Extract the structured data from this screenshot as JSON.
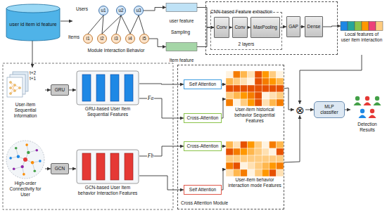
{
  "diagram": {
    "nodes": [
      {
        "text": [
          "user id item id feature"
        ]
      },
      {
        "text": [
          "u1"
        ]
      },
      {
        "text": [
          "u2"
        ]
      },
      {
        "text": [
          "u3"
        ]
      },
      {
        "text": [
          "i1"
        ]
      },
      {
        "text": [
          "i2"
        ]
      },
      {
        "text": [
          "i3"
        ]
      },
      {
        "text": [
          "i4"
        ]
      },
      {
        "text": [
          "i5"
        ]
      },
      {
        "text": [
          "user feature"
        ]
      },
      {
        "text": [
          "Item feature"
        ]
      },
      {
        "text": [
          "CNN-based Feature extraction"
        ]
      },
      {
        "text": [
          "2 layers"
        ],
        "in": 11
      },
      {
        "text": [
          "Conv"
        ],
        "in": 12
      },
      {
        "text": [
          "Conv"
        ],
        "in": 12
      },
      {
        "text": [
          "MaxPooling"
        ],
        "in": 12
      },
      {
        "text": [
          "GAP"
        ],
        "in": 11
      },
      {
        "text": [
          "Dense"
        ],
        "in": 11
      },
      {
        "text": [
          "Local features of user item interaction"
        ]
      },
      {
        "text": [
          "User-Item Sequential Information"
        ]
      },
      {
        "text": [
          "GRU"
        ]
      },
      {
        "text": [
          "GRU-based User Item Sequential Features"
        ]
      },
      {
        "text": [
          "High-order Connectivity for User"
        ]
      },
      {
        "text": [
          "GCN"
        ]
      },
      {
        "text": [
          "GCN-based User Item behavior Interaction Features"
        ]
      },
      {
        "text": [
          "Cross Attention Module"
        ]
      },
      {
        "text": [
          "Self Attention"
        ],
        "in": 25
      },
      {
        "text": [
          "Cross-Attention"
        ],
        "in": 25
      },
      {
        "text": [
          "Cross-Attention"
        ],
        "in": 25
      },
      {
        "text": [
          "Self Attention"
        ],
        "in": 25
      },
      {
        "text": [
          "User-item historical behavior Sequential Features"
        ],
        "in": 25
      },
      {
        "text": [
          "User-item behavior interaction mode Features"
        ],
        "in": 25
      },
      {
        "text": [
          "⊗"
        ]
      },
      {
        "text": [
          "MLP classifier"
        ]
      },
      {
        "text": [
          "Detection Results"
        ]
      }
    ],
    "edges": [
      {
        "from": 1,
        "to": 4,
        "arrow": "none"
      },
      {
        "from": 1,
        "to": 5,
        "arrow": "none"
      },
      {
        "from": 2,
        "to": 5,
        "arrow": "none"
      },
      {
        "from": 2,
        "to": 6,
        "arrow": "none"
      },
      {
        "from": 2,
        "to": 7,
        "arrow": "none"
      },
      {
        "from": 3,
        "to": 7,
        "arrow": "none"
      },
      {
        "from": 3,
        "to": 8,
        "arrow": "none"
      },
      {
        "from": 3,
        "to": 9,
        "arrow": "to"
      },
      {
        "from": 8,
        "to": 10,
        "arrow": "to"
      },
      {
        "from": 9,
        "to": 13,
        "arrow": "to"
      },
      {
        "from": 10,
        "to": 13,
        "arrow": "to"
      },
      {
        "from": 13,
        "to": 14,
        "arrow": "to"
      },
      {
        "from": 14,
        "to": 15,
        "arrow": "to"
      },
      {
        "from": 15,
        "to": 16,
        "arrow": "to"
      },
      {
        "from": 16,
        "to": 17,
        "arrow": "to"
      },
      {
        "from": 17,
        "to": 18,
        "arrow": "to"
      },
      {
        "from": 18,
        "to": 32,
        "arrow": "to"
      },
      {
        "from": 30,
        "to": 32,
        "arrow": "to"
      },
      {
        "from": 31,
        "to": 32,
        "arrow": "to"
      },
      {
        "from": 32,
        "to": 33,
        "arrow": "to"
      },
      {
        "from": 33,
        "to": 34,
        "arrow": "to"
      },
      {
        "from": 19,
        "to": 20,
        "arrow": "to"
      },
      {
        "from": 20,
        "to": 21,
        "arrow": "to"
      },
      {
        "from": 22,
        "to": 23,
        "arrow": "to"
      },
      {
        "from": 23,
        "to": 24,
        "arrow": "to"
      },
      {
        "from": 21,
        "to": 26,
        "arrow": "to"
      },
      {
        "from": 21,
        "to": 27,
        "label": "Fa",
        "arrow": "to"
      },
      {
        "from": 24,
        "to": 28,
        "label": "Fb",
        "arrow": "to"
      },
      {
        "from": 24,
        "to": 29,
        "arrow": "to"
      },
      {
        "from": 26,
        "to": 30,
        "arrow": "to"
      },
      {
        "from": 27,
        "to": 30,
        "arrow": "to"
      },
      {
        "from": 28,
        "to": 31,
        "arrow": "to"
      },
      {
        "from": 29,
        "to": 31,
        "arrow": "to"
      }
    ],
    "labels": [
      "Users",
      "Items",
      "Module Interaction Behavior",
      "Sampling",
      "t+2",
      "t+1"
    ]
  }
}
